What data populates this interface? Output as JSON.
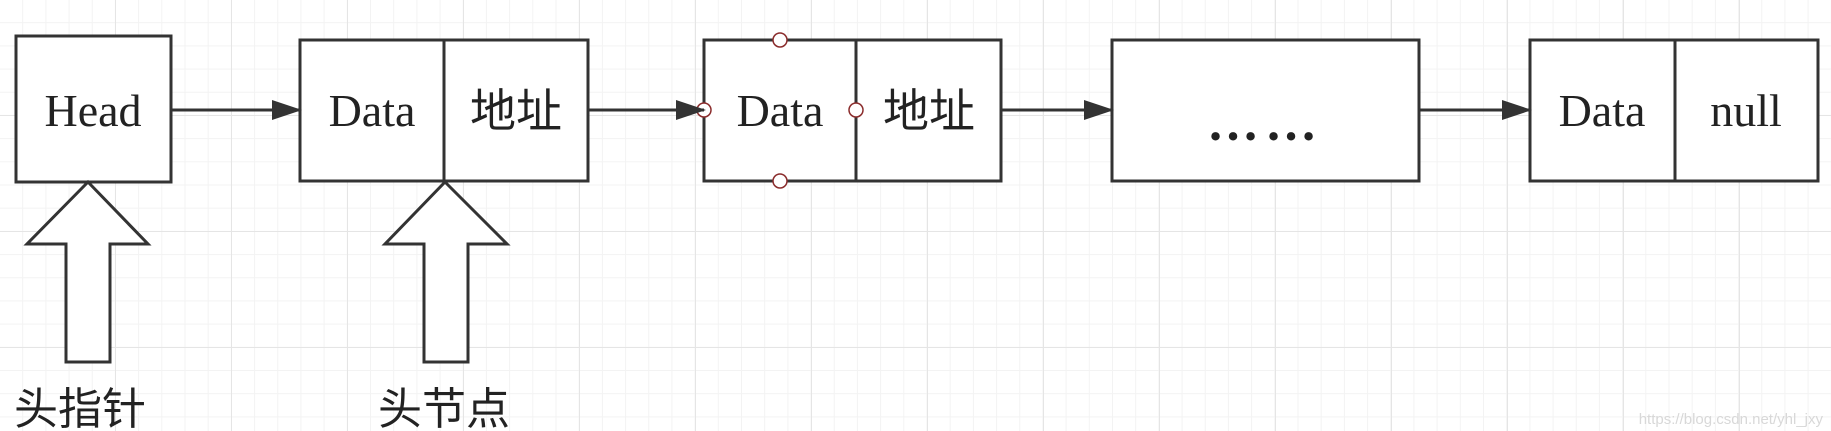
{
  "nodes": {
    "head": {
      "label": "Head"
    },
    "node1": {
      "data": "Data",
      "addr": "地址"
    },
    "node2": {
      "data": "Data",
      "addr": "地址"
    },
    "node3": {
      "label": "……"
    },
    "node4": {
      "data": "Data",
      "addr": "null"
    }
  },
  "pointers": {
    "head_pointer": "头指针",
    "head_node": "头节点"
  },
  "watermark": "https://blog.csdn.net/yhl_jxy",
  "colors": {
    "stroke": "#333333",
    "grid_major": "#e5e5e5",
    "grid_minor": "#f3f3f3",
    "handle": "#8a2b2b"
  }
}
